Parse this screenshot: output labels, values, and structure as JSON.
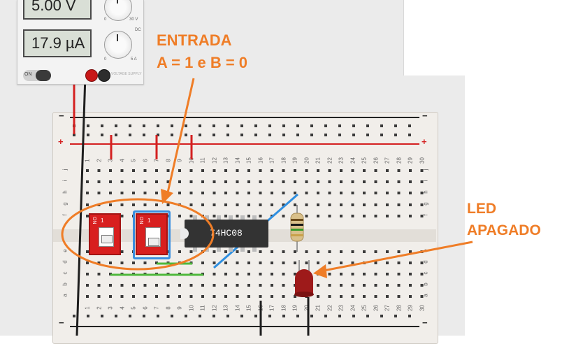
{
  "power_supply": {
    "voltage_display": "5.00 V",
    "current_display": "17.9 µA",
    "switch_label": "ON",
    "knob_voltage_max": "30 V",
    "knob_current_max": "5 A",
    "knob_label_dc": "DC",
    "knob_zero": "0",
    "brand_label": "VOLTAGE SUPPLY"
  },
  "breadboard": {
    "rail_plus": "+",
    "rail_minus": "−",
    "column_numbers": [
      "1",
      "2",
      "3",
      "4",
      "5",
      "6",
      "7",
      "8",
      "9",
      "10",
      "11",
      "12",
      "13",
      "14",
      "15",
      "16",
      "17",
      "18",
      "19",
      "20",
      "21",
      "22",
      "23",
      "24",
      "25",
      "26",
      "27",
      "28",
      "29",
      "30"
    ],
    "rows_top": [
      "j",
      "i",
      "h",
      "g",
      "f"
    ],
    "rows_bottom": [
      "e",
      "d",
      "c",
      "b",
      "a"
    ],
    "colors": {
      "wire_red": "#d42020",
      "wire_black": "#1e1e1e",
      "wire_green": "#4fb83c",
      "wire_blue": "#2f8fe0",
      "rail_red": "#d42020",
      "rail_black": "#222222"
    }
  },
  "components": {
    "chip_label": "74HC08",
    "dip_switch_label": "1",
    "dip_on_label": "ON",
    "led_color": "#9e1a1a"
  },
  "annotations": {
    "input_title": "ENTRADA",
    "input_values": "A = 1 e B = 0",
    "led_title": "LED",
    "led_state": "APAGADO",
    "color": "#ef7d27"
  }
}
